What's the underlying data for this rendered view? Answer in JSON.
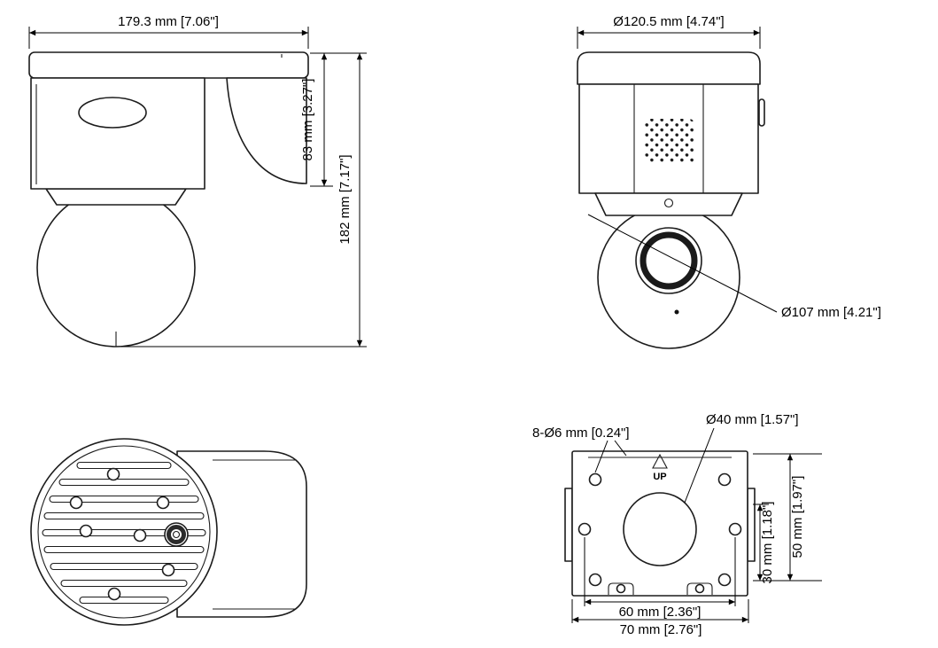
{
  "views": {
    "side": {
      "width_label": "179.3 mm [7.06\"]",
      "arm_height_label": "83 mm [3.27\"]",
      "total_height_label": "182 mm [7.17\"]"
    },
    "front": {
      "top_diameter_label": "Ø120.5 mm [4.74\"]",
      "dome_diameter_label": "Ø107 mm [4.21\"]"
    },
    "plate": {
      "mount_holes_label": "8-Ø6 mm [0.24\"]",
      "center_hole_label": "Ø40 mm [1.57\"]",
      "up_label": "UP",
      "vertical_dim_inner": "30 mm [1.18\"]",
      "vertical_dim_outer": "50 mm [1.97\"]",
      "horizontal_dim_inner": "60 mm [2.36\"]",
      "horizontal_dim_outer": "70 mm [2.76\"]"
    }
  },
  "colors": {
    "line": "#1c1c1c",
    "background": "#ffffff"
  }
}
